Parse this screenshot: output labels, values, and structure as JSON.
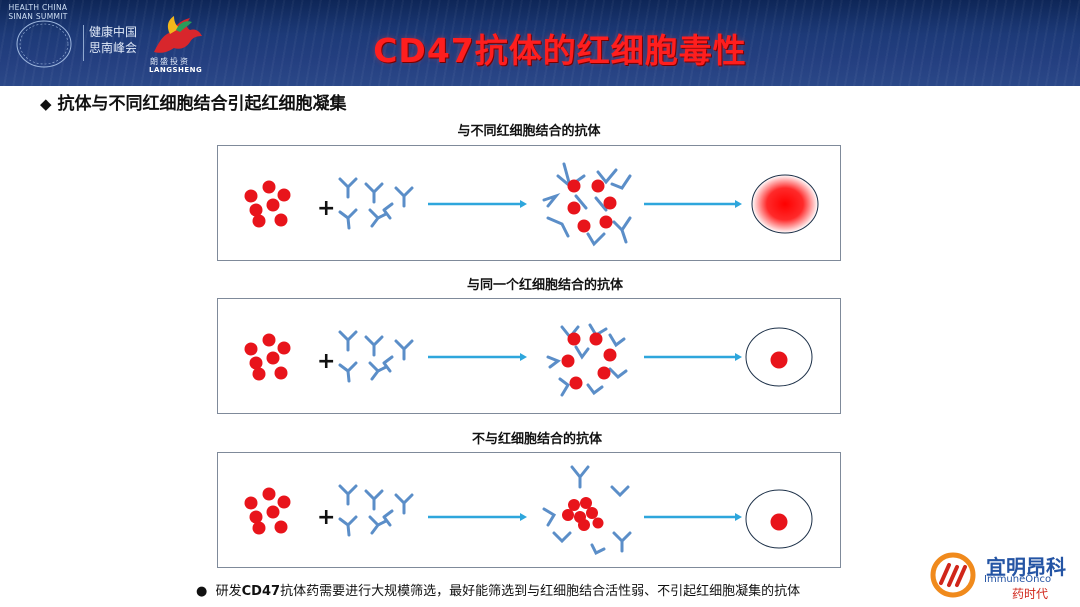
{
  "header": {
    "title": "CD47抗体的红细胞毒性",
    "logo_health_text": "HEALTH CHINA SINAN SUMMIT",
    "logo_cn_text": "健康中国思南峰会",
    "logo_lang_cn": "朗盛投资",
    "logo_lang_en": "LANGSHENG"
  },
  "subtitle": {
    "bullet": "◆",
    "text": "抗体与不同红细胞结合引起红细胞凝集"
  },
  "panels": [
    {
      "caption": "与不同红细胞结合的抗体",
      "plus": "+"
    },
    {
      "caption": "与同一个红细胞结合的抗体",
      "plus": "+"
    },
    {
      "caption": "不与红细胞结合的抗体",
      "plus": "+"
    }
  ],
  "footnote": {
    "bullet": "●",
    "prefix": "研发",
    "bold": "CD47",
    "suffix": "抗体药需要进行大规模筛选，最好能筛选到与红细胞结合活性弱、不引起红细胞凝集的抗体"
  },
  "corner": {
    "name": "宜明昂科",
    "english": "ImmuneOnco",
    "tag": "药时代"
  },
  "colors": {
    "cell_red": "#e8141b",
    "antibody_blue": "#5b8ec8",
    "arrow_blue": "#2ea6dc",
    "title_red": "#ff1e1e"
  }
}
